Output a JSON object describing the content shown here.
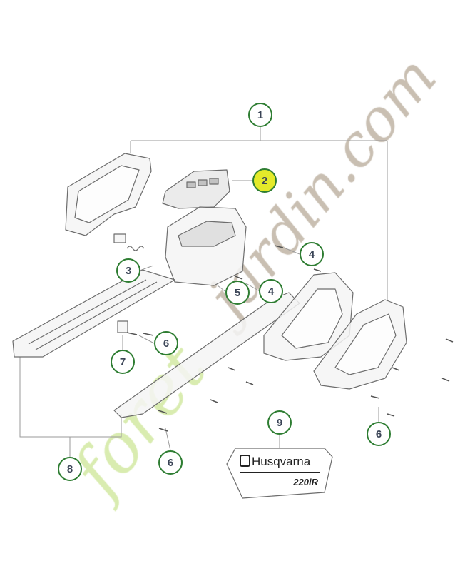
{
  "diagram": {
    "callouts": [
      {
        "id": "c1",
        "label": "1",
        "highlighted": false
      },
      {
        "id": "c2",
        "label": "2",
        "highlighted": true
      },
      {
        "id": "c3",
        "label": "3",
        "highlighted": false
      },
      {
        "id": "c4a",
        "label": "4",
        "highlighted": false
      },
      {
        "id": "c4b",
        "label": "4",
        "highlighted": false
      },
      {
        "id": "c5",
        "label": "5",
        "highlighted": false
      },
      {
        "id": "c6a",
        "label": "6",
        "highlighted": false
      },
      {
        "id": "c7",
        "label": "7",
        "highlighted": false
      },
      {
        "id": "c6b",
        "label": "6",
        "highlighted": false
      },
      {
        "id": "c6c",
        "label": "6",
        "highlighted": false
      },
      {
        "id": "c8",
        "label": "8",
        "highlighted": false
      },
      {
        "id": "c9",
        "label": "9",
        "highlighted": false
      }
    ],
    "decal": {
      "brand": "Husqvarna",
      "model": "220iR"
    },
    "watermark": {
      "part1": "foret",
      "part2": "jardin.com"
    },
    "colors": {
      "callout_border": "#2e7d32",
      "highlight": "#e4ea2a",
      "part_line": "#6d6d6d",
      "watermark_green": "#d9ecb0",
      "watermark_tan": "#c9bfb2"
    }
  }
}
